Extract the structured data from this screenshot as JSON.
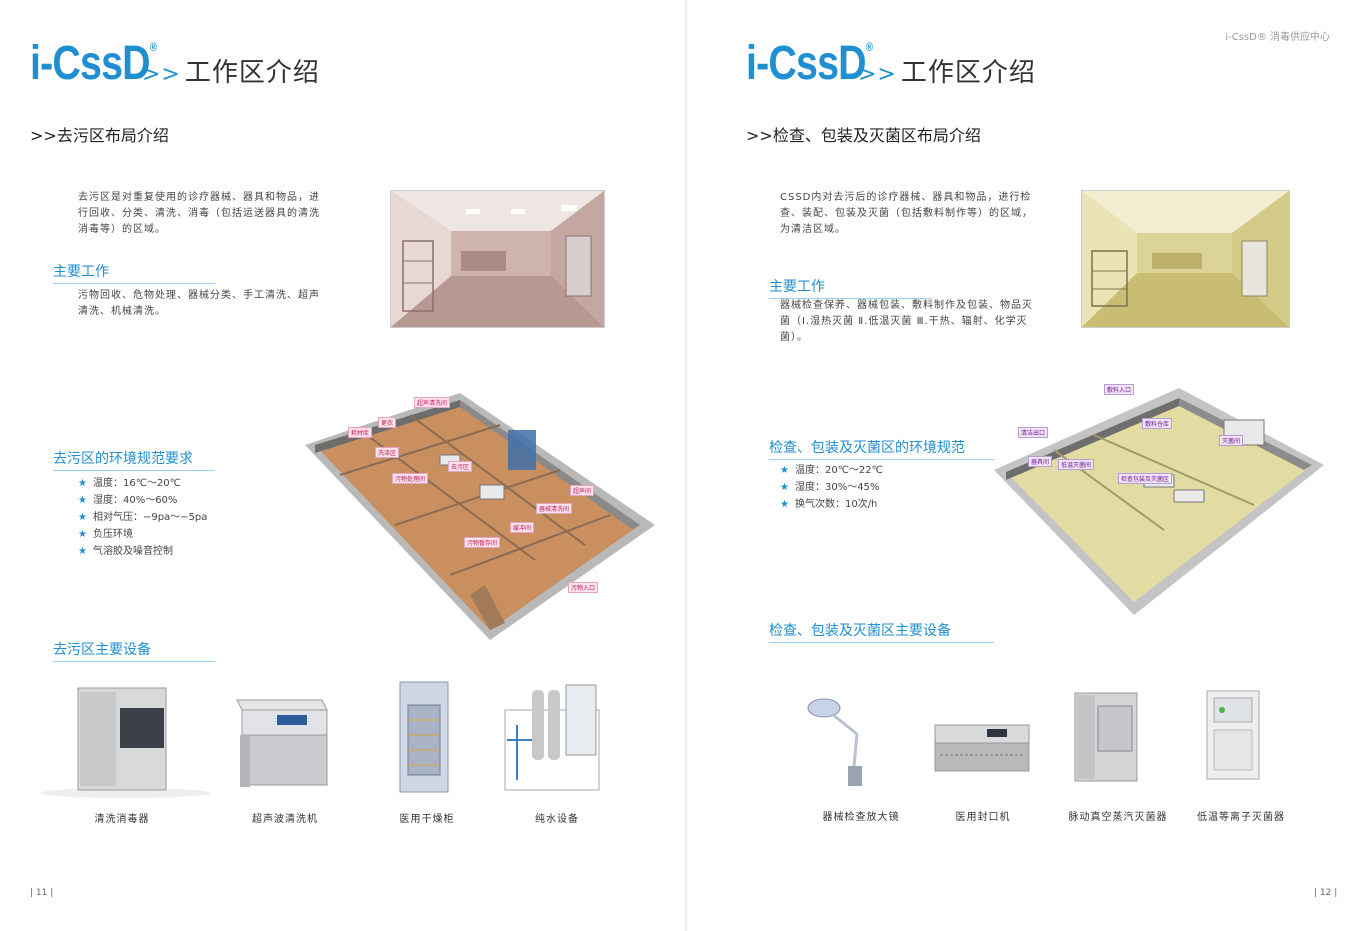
{
  "brand": {
    "name": "i-CssD",
    "mark": "®"
  },
  "header_right": "i-CssD® 消毒供应中心",
  "left": {
    "title_arrows": ">>",
    "title": "工作区介绍",
    "section": ">>去污区布局介绍",
    "intro": "去污区是对重复使用的诊疗器械、器具和物品，进行回收、分类、清洗、消毒（包括运送器具的清洗消毒等）的区域。",
    "main_work_heading": "主要工作",
    "main_work_text": "污物回收、危物处理、器械分类、手工清洗、超声清洗、机械清洗。",
    "env_heading": "去污区的环境规范要求",
    "env_items": [
      "温度：16℃～20℃",
      "湿度：40%～60%",
      "相对气压：−9pa～−5pa",
      "负压环境",
      "气溶胶及噪音控制"
    ],
    "equip_heading": "去污区主要设备",
    "equipment": [
      "清洗消毒器",
      "超声波清洗机",
      "医用干燥柜",
      "纯水设备"
    ],
    "plan_labels": [
      "超声清洗间",
      "耗材库",
      "更衣",
      "洗涤区",
      "去污区",
      "超声间",
      "污物处理间",
      "器械清洗间",
      "污物暂存间",
      "缓冲间",
      "污物入口"
    ],
    "page_number": "11"
  },
  "right": {
    "title_arrows": ">>",
    "title": "工作区介绍",
    "section": ">>检查、包装及灭菌区布局介绍",
    "intro": "CSSD内对去污后的诊疗器械、器具和物品，进行检查、装配、包装及灭菌（包括敷料制作等）的区域，为清洁区域。",
    "main_work_heading": "主要工作",
    "main_work_text": "器械检查保养、器械包装、敷料制作及包装、物品灭菌（Ⅰ.湿热灭菌 Ⅱ.低温灭菌 Ⅲ.干热、辐射、化学灭菌）。",
    "env_heading": "检查、包装及灭菌区的环境规范",
    "env_items": [
      "温度：20℃～22℃",
      "湿度：30%～45%",
      "换气次数：10次/h"
    ],
    "equip_heading": "检查、包装及灭菌区主要设备",
    "equipment": [
      "器械检查放大镜",
      "医用封口机",
      "脉动真空蒸汽灭菌器",
      "低温等离子灭菌器"
    ],
    "plan_labels": [
      "敷料入口",
      "清洁出口",
      "器具间",
      "敷料仓库",
      "灭菌间",
      "检查包装及灭菌区",
      "低温灭菌间"
    ],
    "page_number": "12"
  },
  "colors": {
    "accent": "#1f8fd1",
    "text": "#333333",
    "label_pink": "#c2185b"
  }
}
